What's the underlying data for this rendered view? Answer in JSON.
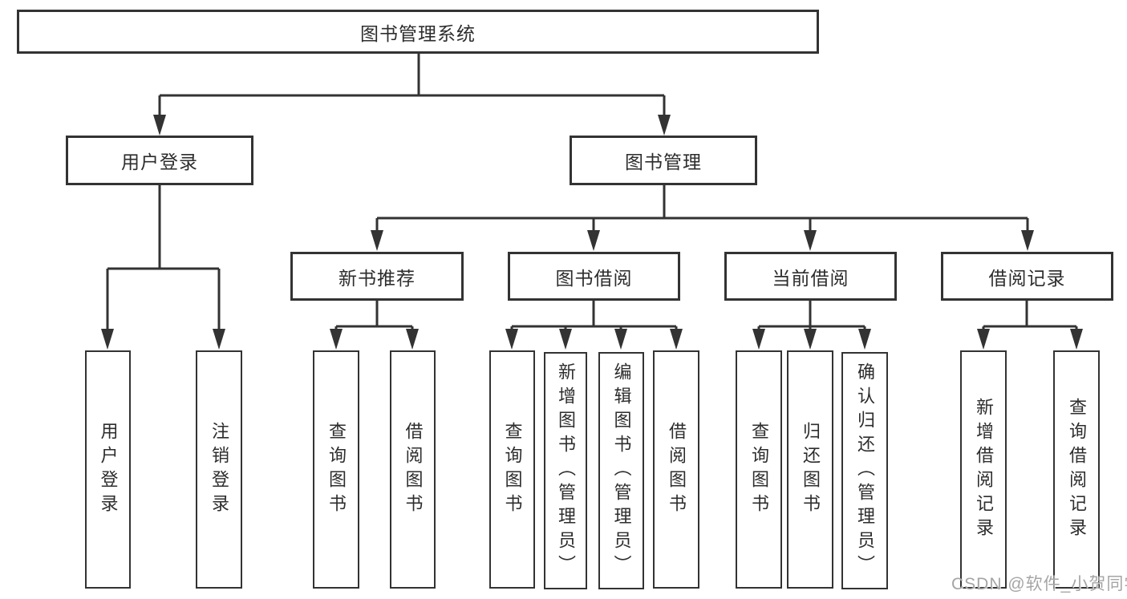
{
  "diagram_title": "图书管理系统",
  "watermark": "CSDN @软件_小贺同学",
  "colors": {
    "line": "#333333",
    "border": "#333333",
    "text": "#2d2d2d",
    "watermark_gray": "#a5a5a5",
    "background": "#ffffff"
  },
  "nodes": {
    "root": "图书管理系统",
    "level2": [
      "用户登录",
      "图书管理"
    ],
    "level3": [
      "新书推荐",
      "图书借阅",
      "当前借阅",
      "借阅记录"
    ],
    "leaves_user": [
      "用户登录",
      "注销登录"
    ],
    "leaves_newbook": [
      "查询图书",
      "借阅图书"
    ],
    "leaves_borrow": [
      "查询图书",
      "新增图书（管理员）",
      "编辑图书（管理员）",
      "借阅图书"
    ],
    "leaves_current": [
      "查询图书",
      "归还图书",
      "确认归还（管理员）"
    ],
    "leaves_records": [
      "新增借阅记录",
      "查询借阅记录"
    ]
  }
}
